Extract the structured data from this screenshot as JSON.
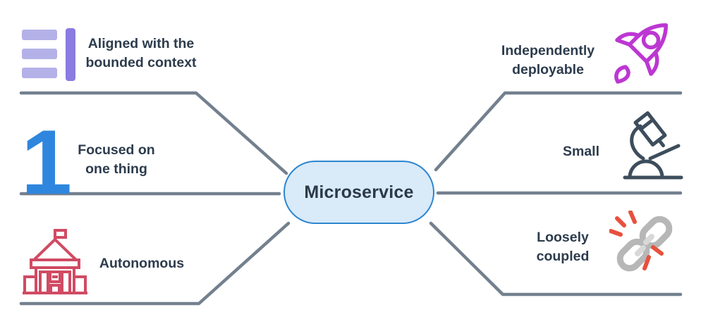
{
  "diagram": {
    "center_label": "Microservice",
    "branches": {
      "left": [
        {
          "icon": "list-icon",
          "label_lines": [
            "Aligned with the",
            "bounded context"
          ]
        },
        {
          "icon": "number-one-icon",
          "numeral": "1",
          "label_lines": [
            "Focused on",
            "one thing"
          ]
        },
        {
          "icon": "government-building-icon",
          "label_lines": [
            "Autonomous"
          ]
        }
      ],
      "right": [
        {
          "icon": "rocket-icon",
          "label_lines": [
            "Independently",
            "deployable"
          ]
        },
        {
          "icon": "microscope-icon",
          "label_lines": [
            "Small"
          ]
        },
        {
          "icon": "broken-chain-icon",
          "label_lines": [
            "Loosely",
            "coupled"
          ]
        }
      ]
    },
    "colors": {
      "connector_gray": "#73808e",
      "label_text": "#2d3c4d",
      "node_fill": "#d9eaf9",
      "node_border": "#2e86cf",
      "list_light_purple": "#b4b1e8",
      "list_dark_purple": "#8a7ce0",
      "number_blue": "#2e86de",
      "building_red": "#d04b63",
      "rocket_magenta": "#bc37d2",
      "microscope_slate": "#3d4d5c",
      "chain_gray": "#b7b7b7",
      "chain_light_gray": "#d8d8d8",
      "spark_red": "#e8503e"
    }
  }
}
